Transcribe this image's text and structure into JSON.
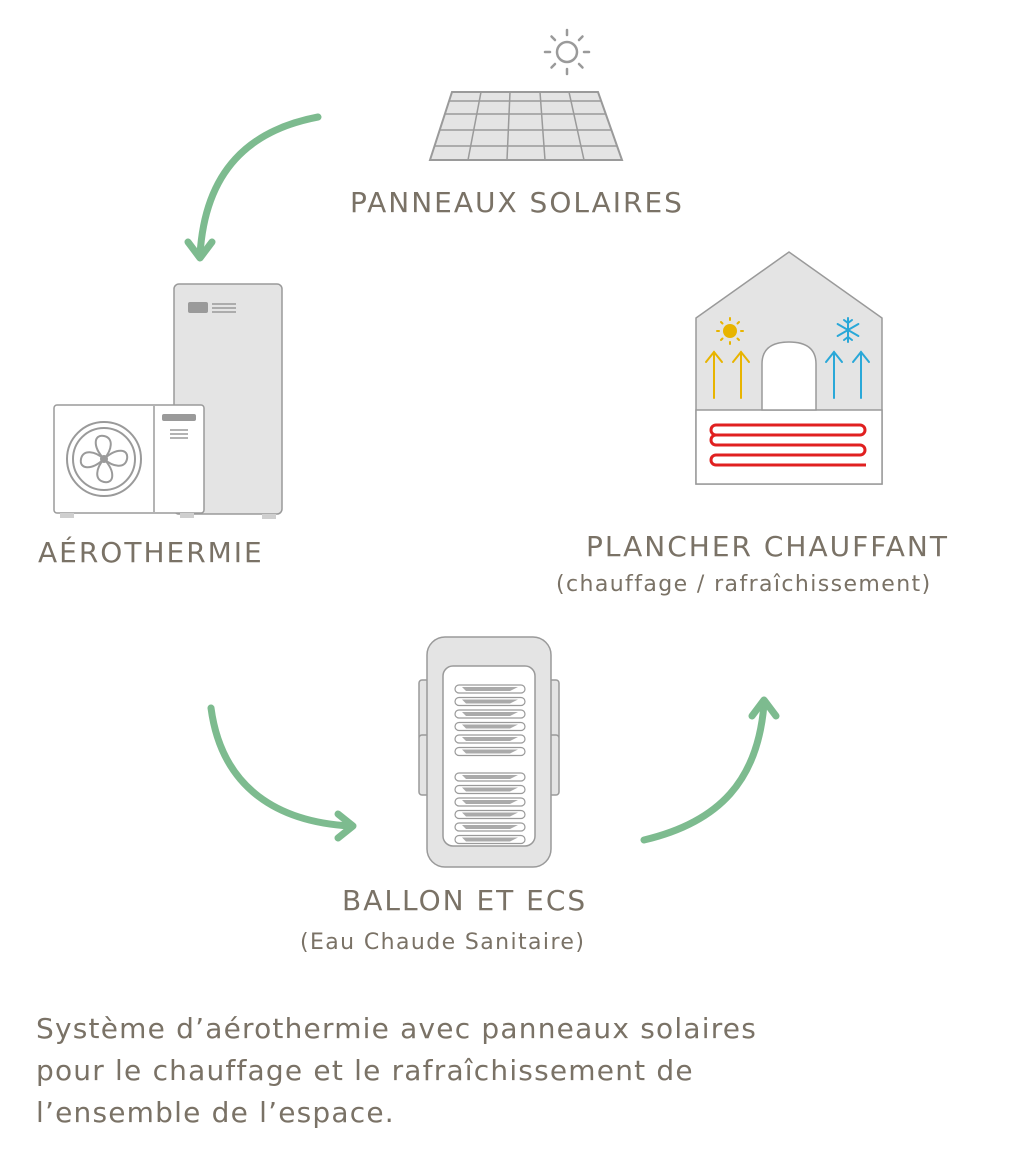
{
  "nodes": {
    "solar": {
      "title": "PANNEAUX SOLAIRES"
    },
    "aero": {
      "title": "AÉROTHERMIE"
    },
    "plancher": {
      "title": "PLANCHER CHAUFFANT",
      "subtitle": "(chauffage / rafraîchissement)"
    },
    "ballon": {
      "title": "BALLON ET ECS",
      "subtitle": "(Eau Chaude Sanitaire)"
    }
  },
  "caption": {
    "line1": "Système d’aérothermie avec panneaux solaires",
    "line2": "pour le chauffage et le rafraîchissement de",
    "line3": "l’ensemble de l’espace."
  },
  "colors": {
    "arrow": "#7dbb8f",
    "text": "#7a7266",
    "device_fill": "#e4e4e4",
    "device_stroke": "#9a9a9a",
    "warm": "#e8b400",
    "cold": "#2aa8d8",
    "heating_pipe": "#e02020"
  },
  "icons": [
    "sun-icon",
    "solar-panel-icon",
    "heat-pump-icon",
    "fan-icon",
    "house-icon",
    "snowflake-icon",
    "tank-icon",
    "flow-arrow-icon"
  ]
}
